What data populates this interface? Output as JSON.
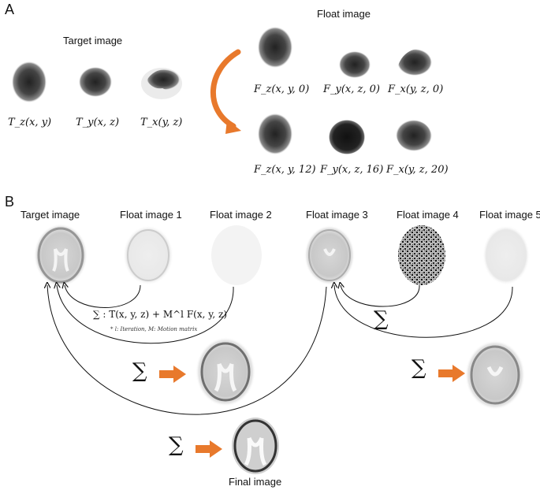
{
  "panel_a": {
    "label": "A",
    "target_title": "Target image",
    "float_title": "Float image",
    "target_captions": [
      "T_z(x, y)",
      "T_y(x, z)",
      "T_x(y, z)"
    ],
    "float_row1_captions": [
      "F_z(x, y, 0)",
      "F_y(x, z, 0)",
      "F_x(y, z, 0)"
    ],
    "float_row2_captions": [
      "F_z(x, y, 12)",
      "F_y(x, z, 16)",
      "F_x(y, z, 20)"
    ]
  },
  "panel_b": {
    "label": "B",
    "headers": [
      "Target image",
      "Float image 1",
      "Float image 2",
      "Float image 3",
      "Float image 4",
      "Float image 5"
    ],
    "formula": "∑ : T(x, y, z) + M^l F(x, y, z)",
    "formula_note": "* l: Iteration,  M: Motion matrix",
    "sigma": "∑",
    "final_label": "Final image"
  },
  "colors": {
    "arrow_orange": "#e8792c",
    "curve": "#111111"
  }
}
